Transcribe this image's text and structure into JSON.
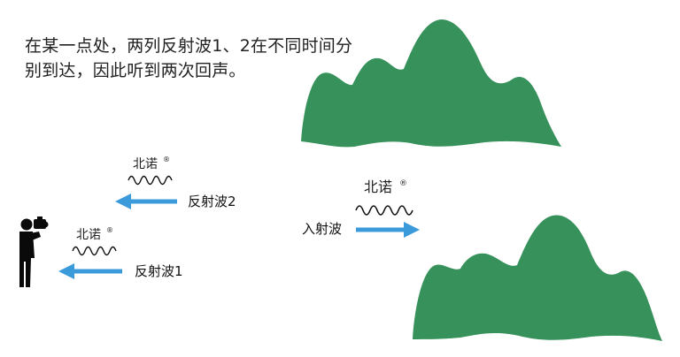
{
  "caption": {
    "line1": "在某一点处，两列反射波1、2在不同时间分",
    "line2": "别到达，因此听到两次回声。"
  },
  "labels": {
    "incident": "入射波",
    "reflected_2": "反射波2",
    "reflected_1": "反射波1"
  },
  "watermark": {
    "text": "北诺",
    "mark": "®"
  },
  "colors": {
    "mountain": "#36915B",
    "arrow": "#3B9BDA",
    "wave": "#111111",
    "person": "#0a0a0a"
  }
}
